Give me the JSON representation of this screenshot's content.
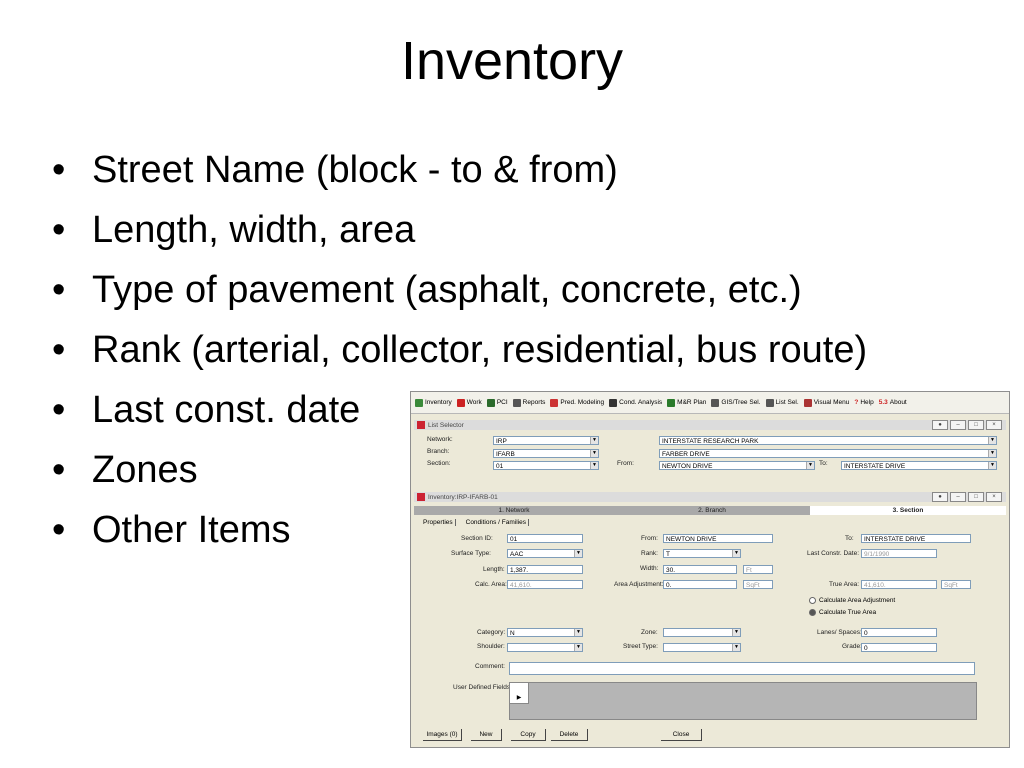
{
  "slide": {
    "title": "Inventory",
    "bullets": [
      "Street Name (block - to & from)",
      "Length, width, area",
      "Type of pavement (asphalt, concrete, etc.)",
      "Rank (arterial, collector, residential, bus route)",
      "Last const. date",
      "Zones",
      "Other Items"
    ],
    "bullet_glyph": "•"
  },
  "toolbar": {
    "items": [
      {
        "label": "Inventory",
        "icon": "inventory-icon",
        "color": "#3a8a3a"
      },
      {
        "label": "Work",
        "icon": "work-icon",
        "color": "#c22"
      },
      {
        "label": "PCI",
        "icon": "pci-icon",
        "color": "#2a6a2a"
      },
      {
        "label": "Reports",
        "icon": "reports-icon",
        "color": "#555"
      },
      {
        "label": "Pred. Modeling",
        "icon": "chart-icon",
        "color": "#c33"
      },
      {
        "label": "Cond. Analysis",
        "icon": "analysis-icon",
        "color": "#333"
      },
      {
        "label": "M&R Plan",
        "icon": "plan-icon",
        "color": "#2a7a2a"
      },
      {
        "label": "GIS/Tree Sel.",
        "icon": "gis-icon",
        "color": "#555"
      },
      {
        "label": "List Sel.",
        "icon": "list-icon",
        "color": "#555"
      },
      {
        "label": "Visual Menu",
        "icon": "visual-icon",
        "color": "#a33"
      },
      {
        "label": "Help",
        "icon": "help-icon",
        "color": "#c22"
      },
      {
        "label": "About",
        "icon": "about-icon",
        "color": "#c22",
        "prefix": "5.3"
      }
    ]
  },
  "list_selector": {
    "title": "List Selector",
    "network_label": "Network:",
    "network_value": "IRP",
    "branch_label": "Branch:",
    "branch_value": "IFARB",
    "section_label": "Section:",
    "section_value": "01",
    "network_name": "INTERSTATE RESEARCH PARK",
    "branch_name": "FARBER DRIVE",
    "from_label": "From:",
    "from_value": "NEWTON DRIVE",
    "to_label": "To:",
    "to_value": "INTERSTATE DRIVE"
  },
  "inventory": {
    "title": "Inventory:IRP-IFARB-01",
    "tabs": [
      "1. Network",
      "2. Branch",
      "3. Section"
    ],
    "subtabs": [
      "Properties",
      "Conditions / Families"
    ],
    "section_id_label": "Section ID:",
    "section_id": "01",
    "from_label": "From:",
    "from_value": "NEWTON DRIVE",
    "to_label": "To:",
    "to_value": "INTERSTATE DRIVE",
    "surface_type_label": "Surface Type:",
    "surface_type": "AAC",
    "rank_label": "Rank:",
    "rank": "T",
    "last_const_label": "Last Constr. Date:",
    "last_const": "9/1/1990",
    "length_label": "Length:",
    "length": "1,387.",
    "width_label": "Width:",
    "width": "30.",
    "width_unit": "Ft",
    "calc_area_label": "Calc. Area:",
    "calc_area": "41,610.",
    "area_adj_label": "Area Adjustment:",
    "area_adj": "0.",
    "area_adj_unit": "SqFt",
    "true_area_label": "True Area:",
    "true_area": "41,610.",
    "true_area_unit": "SqFt",
    "radio_calc_adj": "Calculate Area Adjustment",
    "radio_calc_true": "Calculate True Area",
    "category_label": "Category:",
    "category": "N",
    "zone_label": "Zone:",
    "zone": "",
    "lanes_label": "Lanes/ Spaces:",
    "lanes": "0",
    "shoulder_label": "Shoulder:",
    "shoulder": "",
    "street_type_label": "Street Type:",
    "street_type": "",
    "grade_label": "Grade:",
    "grade": "0",
    "comment_label": "Comment:",
    "comment": "",
    "udf_label": "User Defined Fields:",
    "buttons": {
      "images": "Images (0)",
      "new": "New",
      "copy": "Copy",
      "delete": "Delete",
      "close": "Close"
    }
  }
}
